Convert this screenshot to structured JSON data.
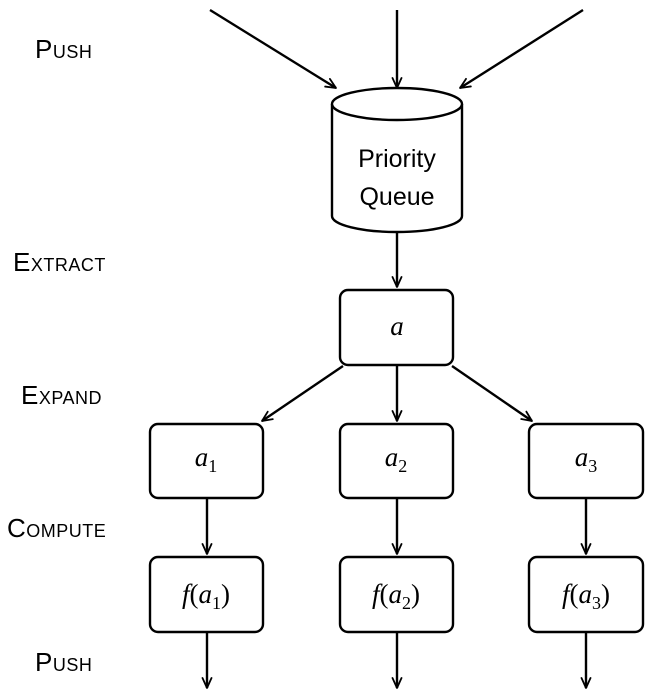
{
  "stages": {
    "push_top": "Push",
    "extract": "Extract",
    "expand": "Expand",
    "compute": "Compute",
    "push_bottom": "Push"
  },
  "queue": {
    "line1": "Priority",
    "line2": "Queue"
  },
  "nodes": {
    "a": {
      "base": "a"
    },
    "a1": {
      "base": "a",
      "sub": "1"
    },
    "a2": {
      "base": "a",
      "sub": "2"
    },
    "a3": {
      "base": "a",
      "sub": "3"
    },
    "f1": {
      "fn": "f",
      "open": "(",
      "base": "a",
      "sub": "1",
      "close": ")"
    },
    "f2": {
      "fn": "f",
      "open": "(",
      "base": "a",
      "sub": "2",
      "close": ")"
    },
    "f3": {
      "fn": "f",
      "open": "(",
      "base": "a",
      "sub": "3",
      "close": ")"
    }
  },
  "colors": {
    "stroke": "#000000",
    "fill": "#ffffff"
  }
}
